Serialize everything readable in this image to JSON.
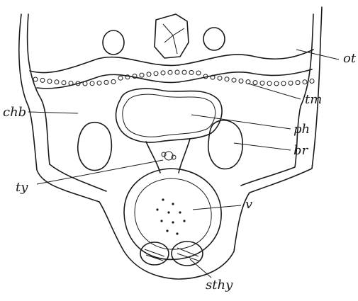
{
  "labels": {
    "ot": "ot",
    "tm": "tm",
    "chb": "chb",
    "ph": "ph",
    "br": "br",
    "ty": "ty",
    "v": "v",
    "sthy": "sthy"
  },
  "colors": {
    "ink": "#1a1a1a",
    "paper": "#ffffff"
  }
}
